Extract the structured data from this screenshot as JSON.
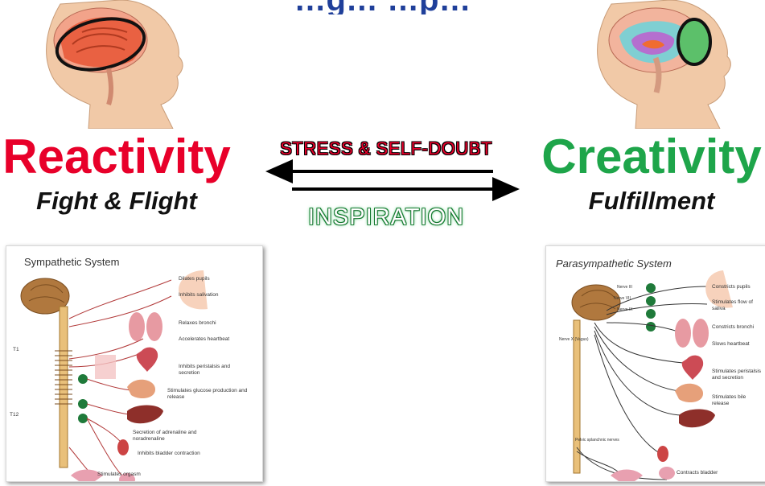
{
  "header": {
    "partial_title": "…g… …p…"
  },
  "left": {
    "title": "Reactivity",
    "subtitle": "Fight & Flight",
    "panel": {
      "title": "Sympathetic System",
      "spine_labels": [
        "T1",
        "T12"
      ],
      "effects": [
        "Dilates pupils",
        "Inhibits salivation",
        "Relaxes bronchi",
        "Accelerates heartbeat",
        "Inhibits peristalsis and secretion",
        "Stimulates glucose production and release",
        "Secretion of adrenaline and noradrenaline",
        "Inhibits bladder contraction",
        "Stimulates orgasm"
      ]
    }
  },
  "middle": {
    "arrow_left_label": "STRESS & SELF-DOUBT",
    "arrow_right_label": "INSPIRATION"
  },
  "right": {
    "title": "Creativity",
    "subtitle": "Fulfillment",
    "panel": {
      "title": "Parasympathetic System",
      "nerve_labels": [
        "Nerve III",
        "Nerve VII",
        "Nerve IX",
        "Nerve X (Vagus)",
        "Pelvic splanchnic nerves"
      ],
      "effects": [
        "Constricts pupils",
        "Stimulates flow of saliva",
        "Constricts bronchi",
        "Slows heartbeat",
        "Stimulates peristalsis and secretion",
        "Stimulates bile release",
        "Contracts bladder"
      ]
    }
  },
  "colors": {
    "reactivity": "#e8002a",
    "creativity": "#1ea54a",
    "title_blue": "#1f3f9a"
  }
}
